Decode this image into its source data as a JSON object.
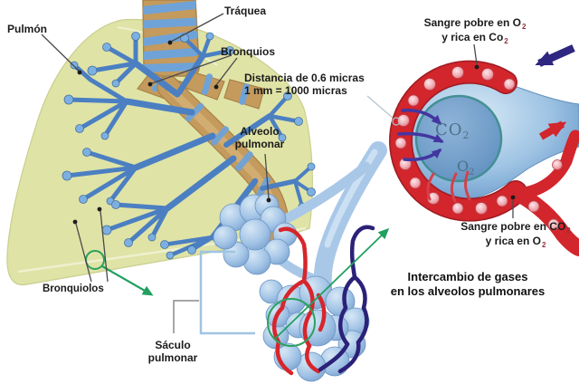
{
  "palette": {
    "capillary_red": "#d2252c",
    "vein_indigo": "#2e2680",
    "arrow_green": "#21a060",
    "bronchial_blue": "#4b7fc2",
    "lung_fill": "#dfe3a6",
    "trachea_tan": "#c49a5d",
    "alveoli_blue": "#a3c4e6",
    "inner_membrane_teal": "#3e8c92",
    "gas_text": "#4d7187",
    "subscript_color": "#8d3038"
  },
  "labels": {
    "pulmon": "Pulmón",
    "traquea": "Tráquea",
    "bronquios": "Bronquios",
    "bronquiolos": "Bronquiolos",
    "alveolo_l1": "Alveolo",
    "alveolo_l2": "pulmonar",
    "saculo_l1": "Sáculo",
    "saculo_l2": "pulmonar",
    "nota_l1": "Distancia de 0.6 micras",
    "nota_l2": "1 mm = 1000 micras",
    "sangre_in_l1": "Sangre pobre en O",
    "sangre_in_l1_sub": "2",
    "sangre_in_l2": "y rica en Co",
    "sangre_in_l2_sub": "2",
    "sangre_out_l1": "Sangre pobre en CO",
    "sangre_out_l1_sub": "2",
    "sangre_out_l2": "y rica en O",
    "sangre_out_l2_sub": "2",
    "caption_l1": "Intercambio de gases",
    "caption_l2": "en los alveolos pulmonares",
    "gas_co2": "CO",
    "gas_co2_sub": "2",
    "gas_o2": "O",
    "gas_o2_sub": "2"
  }
}
